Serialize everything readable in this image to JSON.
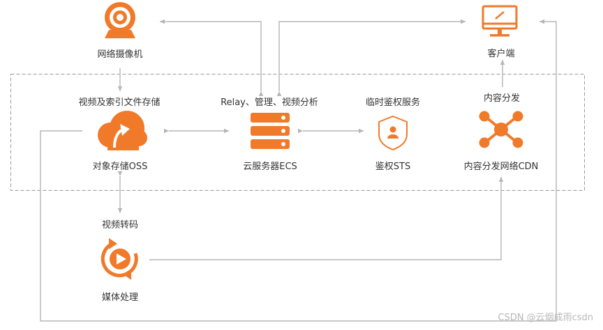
{
  "colors": {
    "accent": "#F07A2A",
    "line": "#B5B5B5",
    "dashed_border": "#9A9A9A",
    "text": "#333333"
  },
  "nodes": {
    "camera": {
      "label": "网络摄像机",
      "icon": "webcam-icon"
    },
    "client": {
      "label": "客户端",
      "icon": "monitor-icon"
    },
    "oss": {
      "label": "对象存储OSS",
      "caption": "视频及索引文件存储",
      "icon": "cloud-upload-icon"
    },
    "ecs": {
      "label": "云服务器ECS",
      "caption": "Relay、管理、视频分析",
      "icon": "server-icon"
    },
    "sts": {
      "label": "鉴权STS",
      "caption": "临时鉴权服务",
      "icon": "shield-icon"
    },
    "cdn": {
      "label": "内容分发网络CDN",
      "caption": "内容分发",
      "icon": "network-icon"
    },
    "media": {
      "label": "媒体处理",
      "caption": "视频转码",
      "icon": "play-refresh-icon"
    }
  },
  "watermark": "CSDN @云烟成雨csdn"
}
